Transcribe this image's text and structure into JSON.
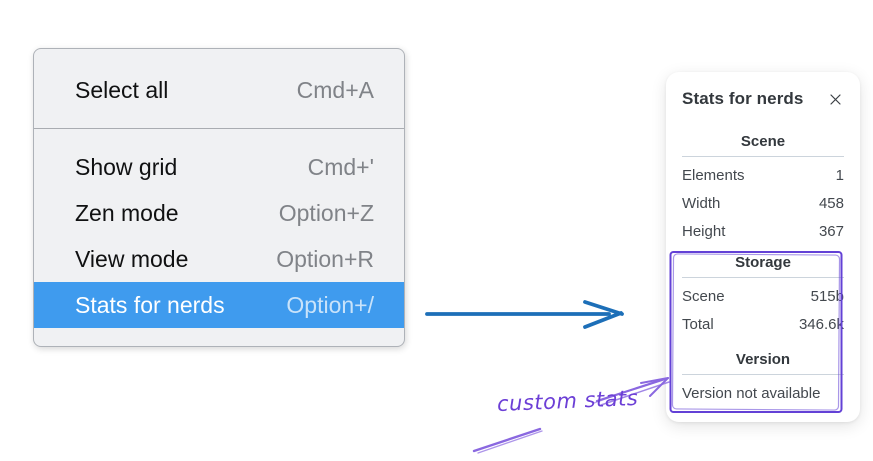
{
  "menu": {
    "items": [
      {
        "label": "Select all",
        "shortcut": "Cmd+A",
        "highlighted": false
      },
      {
        "label": "Show grid",
        "shortcut": "Cmd+'",
        "highlighted": false
      },
      {
        "label": "Zen mode",
        "shortcut": "Option+Z",
        "highlighted": false
      },
      {
        "label": "View mode",
        "shortcut": "Option+R",
        "highlighted": false
      },
      {
        "label": "Stats for nerds",
        "shortcut": "Option+/",
        "highlighted": true
      }
    ]
  },
  "panel": {
    "title": "Stats for nerds",
    "close_icon": "x-icon",
    "sections": [
      {
        "header": "Scene",
        "rows": [
          {
            "label": "Elements",
            "value": "1"
          },
          {
            "label": "Width",
            "value": "458"
          },
          {
            "label": "Height",
            "value": "367"
          }
        ]
      },
      {
        "header": "Storage",
        "rows": [
          {
            "label": "Scene",
            "value": "515b"
          },
          {
            "label": "Total",
            "value": "346.6k"
          }
        ]
      },
      {
        "header": "Version",
        "rows": [],
        "message": "Version not available"
      }
    ]
  },
  "annotation": {
    "label": "custom stats"
  },
  "colors": {
    "menu_highlight": "#3f9bee",
    "flow_arrow": "#1d6fb8",
    "annotation_purple": "#8a68e0",
    "annotation_box": "#6341d6",
    "annotation_text": "#6c3fd6"
  }
}
